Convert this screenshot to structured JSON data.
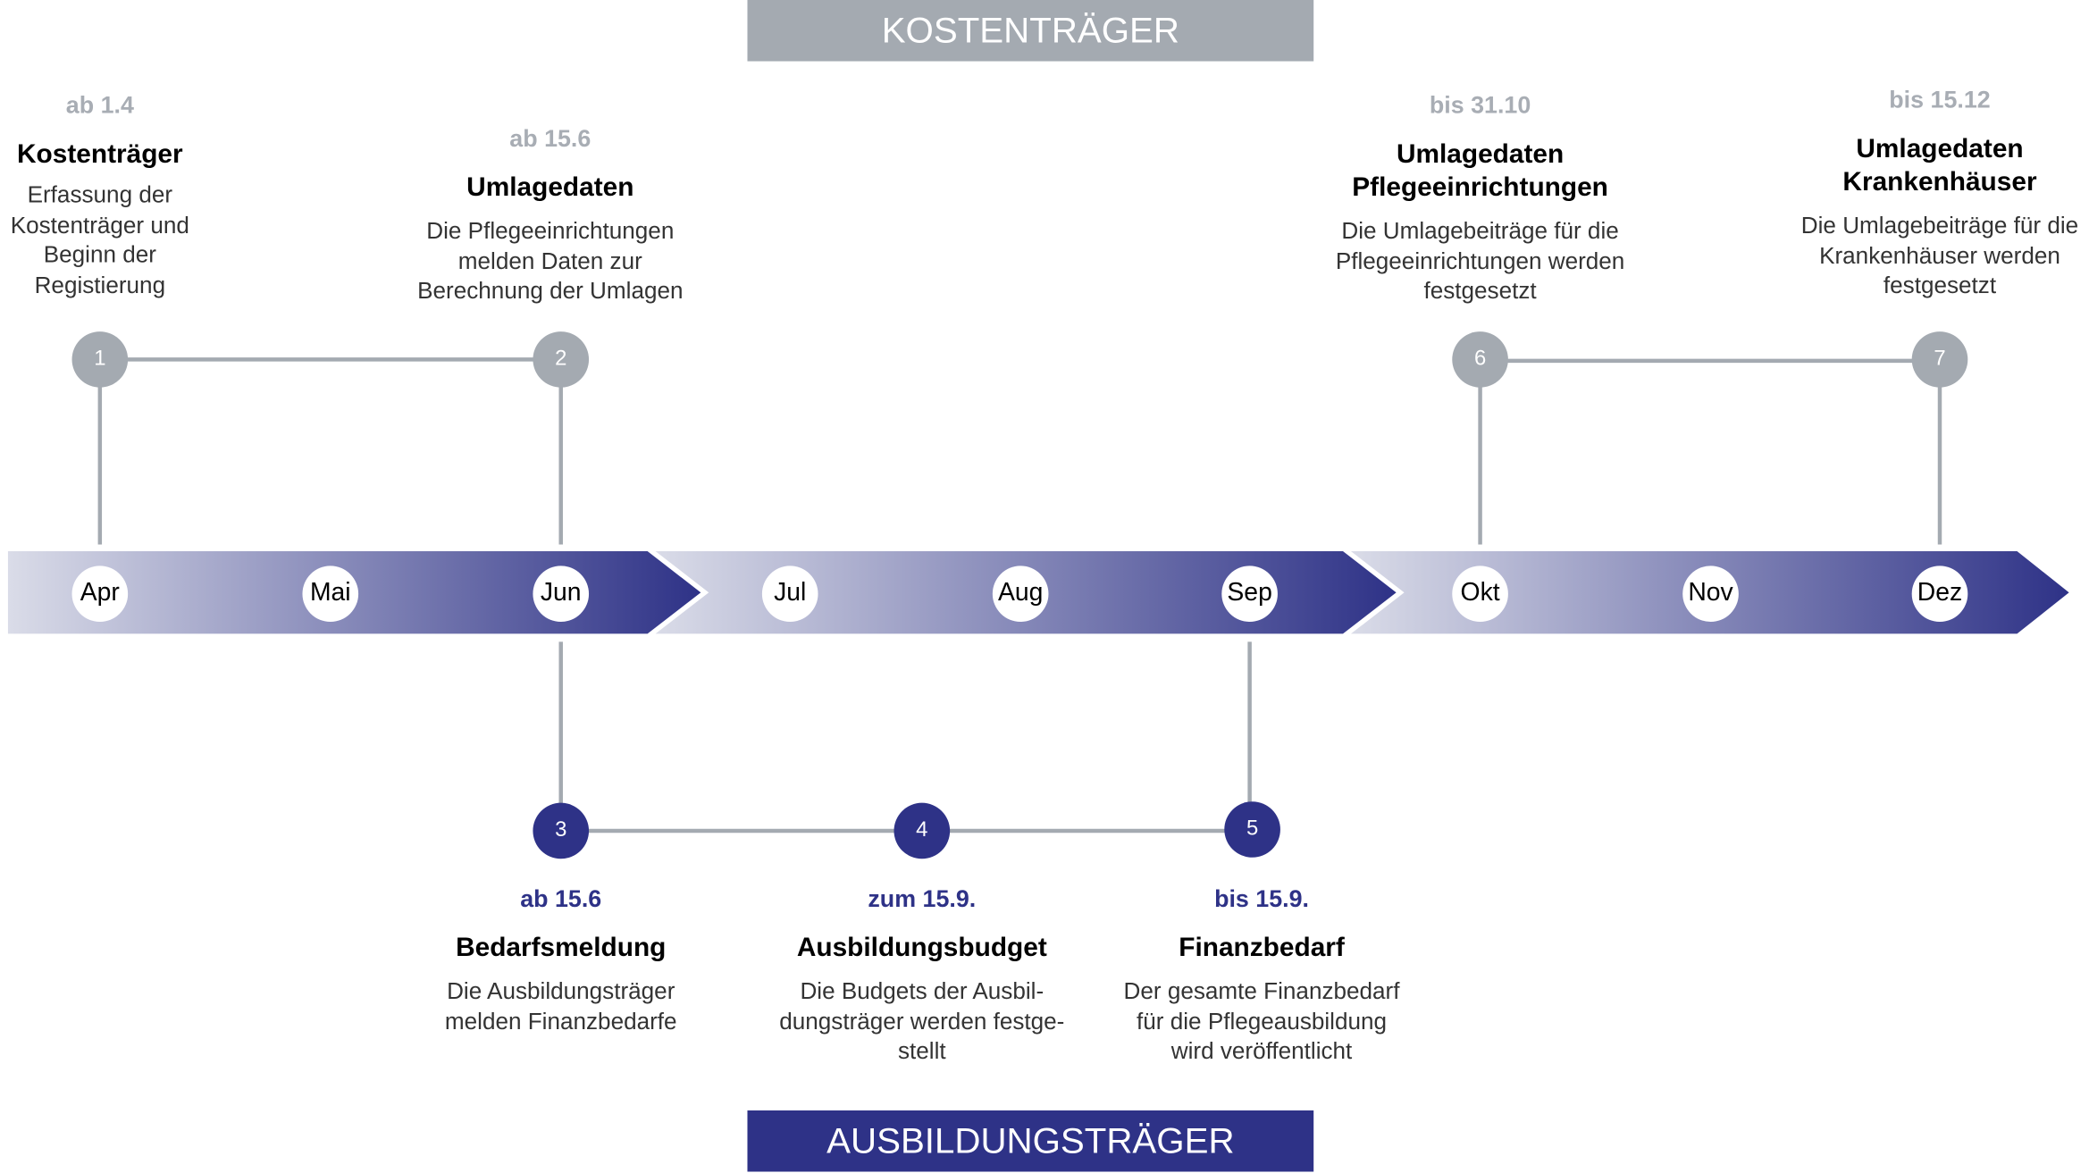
{
  "banners": {
    "top": "KOSTENTRÄGER",
    "bottom": "AUSBILDUNGSTRÄGER"
  },
  "months": [
    "Apr",
    "Mai",
    "Jun",
    "Jul",
    "Aug",
    "Sep",
    "Okt",
    "Nov",
    "Dez"
  ],
  "events": [
    {
      "number": "1",
      "date": "ab 1.4",
      "title_lines": [
        "Kostenträger"
      ],
      "desc_lines": [
        "Erfassung der",
        "Kostenträger und",
        "Beginn der",
        "Registierung"
      ]
    },
    {
      "number": "2",
      "date": "ab 15.6",
      "title_lines": [
        "Umlagedaten"
      ],
      "desc_lines": [
        "Die Pflegeeinrichtungen",
        "melden Daten zur",
        "Berechnung der Umlagen"
      ]
    },
    {
      "number": "3",
      "date": "ab 15.6",
      "title_lines": [
        "Bedarfsmeldung"
      ],
      "desc_lines": [
        "Die Ausbildungsträger",
        "melden Finanzbedarfe"
      ]
    },
    {
      "number": "4",
      "date": "zum 15.9.",
      "title_lines": [
        "Ausbildungsbudget"
      ],
      "desc_lines": [
        "Die Budgets der Ausbil-",
        "dungsträger werden festge-",
        "stellt"
      ]
    },
    {
      "number": "5",
      "date": "bis 15.9.",
      "title_lines": [
        "Finanzbedarf"
      ],
      "desc_lines": [
        "Der gesamte Finanzbedarf",
        "für die Pflegeausbildung",
        "wird veröffentlicht"
      ]
    },
    {
      "number": "6",
      "date": "bis 31.10",
      "title_lines": [
        "Umlagedaten",
        "Pflegeeinrichtungen"
      ],
      "desc_lines": [
        "Die Umlagebeiträge für die",
        "Pflegeeinrichtungen werden",
        "festgesetzt"
      ]
    },
    {
      "number": "7",
      "date": "bis 15.12",
      "title_lines": [
        "Umlagedaten",
        "Krankenhäuser"
      ],
      "desc_lines": [
        "Die Umlagebeiträge für die",
        "Krankenhäuser werden",
        "festgesetzt"
      ]
    }
  ],
  "colors": {
    "grey": "#a4aab1",
    "navy": "#2e3287",
    "connector": "#a4aab1",
    "arrow_start": "#dadce8",
    "arrow_end": "#2e3287"
  }
}
